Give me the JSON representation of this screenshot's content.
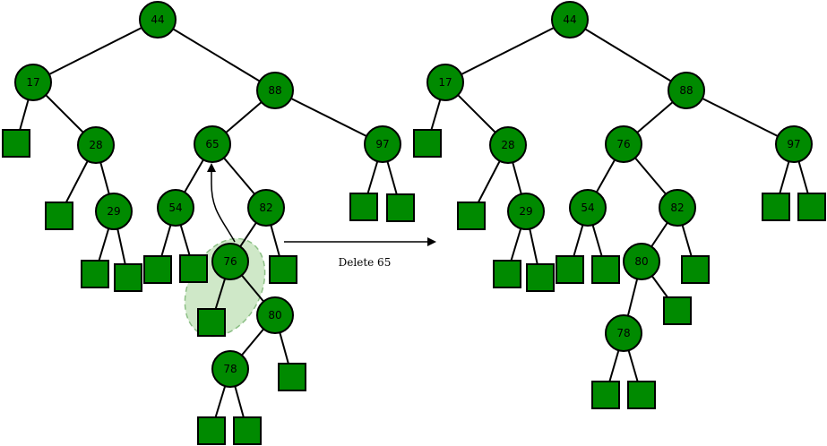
{
  "colors": {
    "node_fill": "#008a00",
    "node_stroke": "#000000",
    "edge": "#000000",
    "highlight_fill": "#cfe8c8",
    "highlight_stroke": "#8cbf85",
    "background": "#ffffff"
  },
  "operation": {
    "label": "Delete 65"
  },
  "before_tree": {
    "nodes": {
      "n44": "44",
      "n17": "17",
      "n88": "88",
      "n28": "28",
      "n65": "65",
      "n97": "97",
      "n29": "29",
      "n54": "54",
      "n82": "82",
      "n76": "76",
      "n80": "80",
      "n78": "78"
    }
  },
  "after_tree": {
    "nodes": {
      "n44": "44",
      "n17": "17",
      "n88": "88",
      "n28": "28",
      "n76": "76",
      "n97": "97",
      "n29": "29",
      "n54": "54",
      "n82": "82",
      "n80": "80",
      "n78": "78"
    }
  }
}
